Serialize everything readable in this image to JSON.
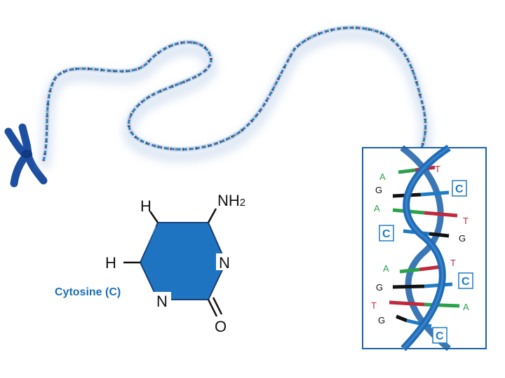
{
  "caption": "Cytosine (C)",
  "molecule": {
    "h_top": "H",
    "nh2": "NH",
    "nh2_sub": "2",
    "n_right": "N",
    "h_left": "H",
    "n_bottom": "N",
    "o": "O"
  },
  "dna_box": {
    "labels_left": [
      "A",
      "G",
      "A",
      "A",
      "G",
      "T",
      "G"
    ],
    "labels_right": [
      "T",
      "T",
      "G",
      "T",
      "A"
    ],
    "boxed": [
      "C",
      "C",
      "C",
      "C"
    ]
  },
  "colors": {
    "strand": "#1a5fa8",
    "molecule_fill": "#1e74c1",
    "caption": "#1a6fb5",
    "adenine": "#2aa14a",
    "thymine": "#c0283c",
    "guanine": "#111111",
    "cytosine": "#1f7bc4",
    "chromosome": "#1d4ea0"
  },
  "icons": [
    "chromosome-icon",
    "dna-strand-icon",
    "double-helix-icon"
  ]
}
